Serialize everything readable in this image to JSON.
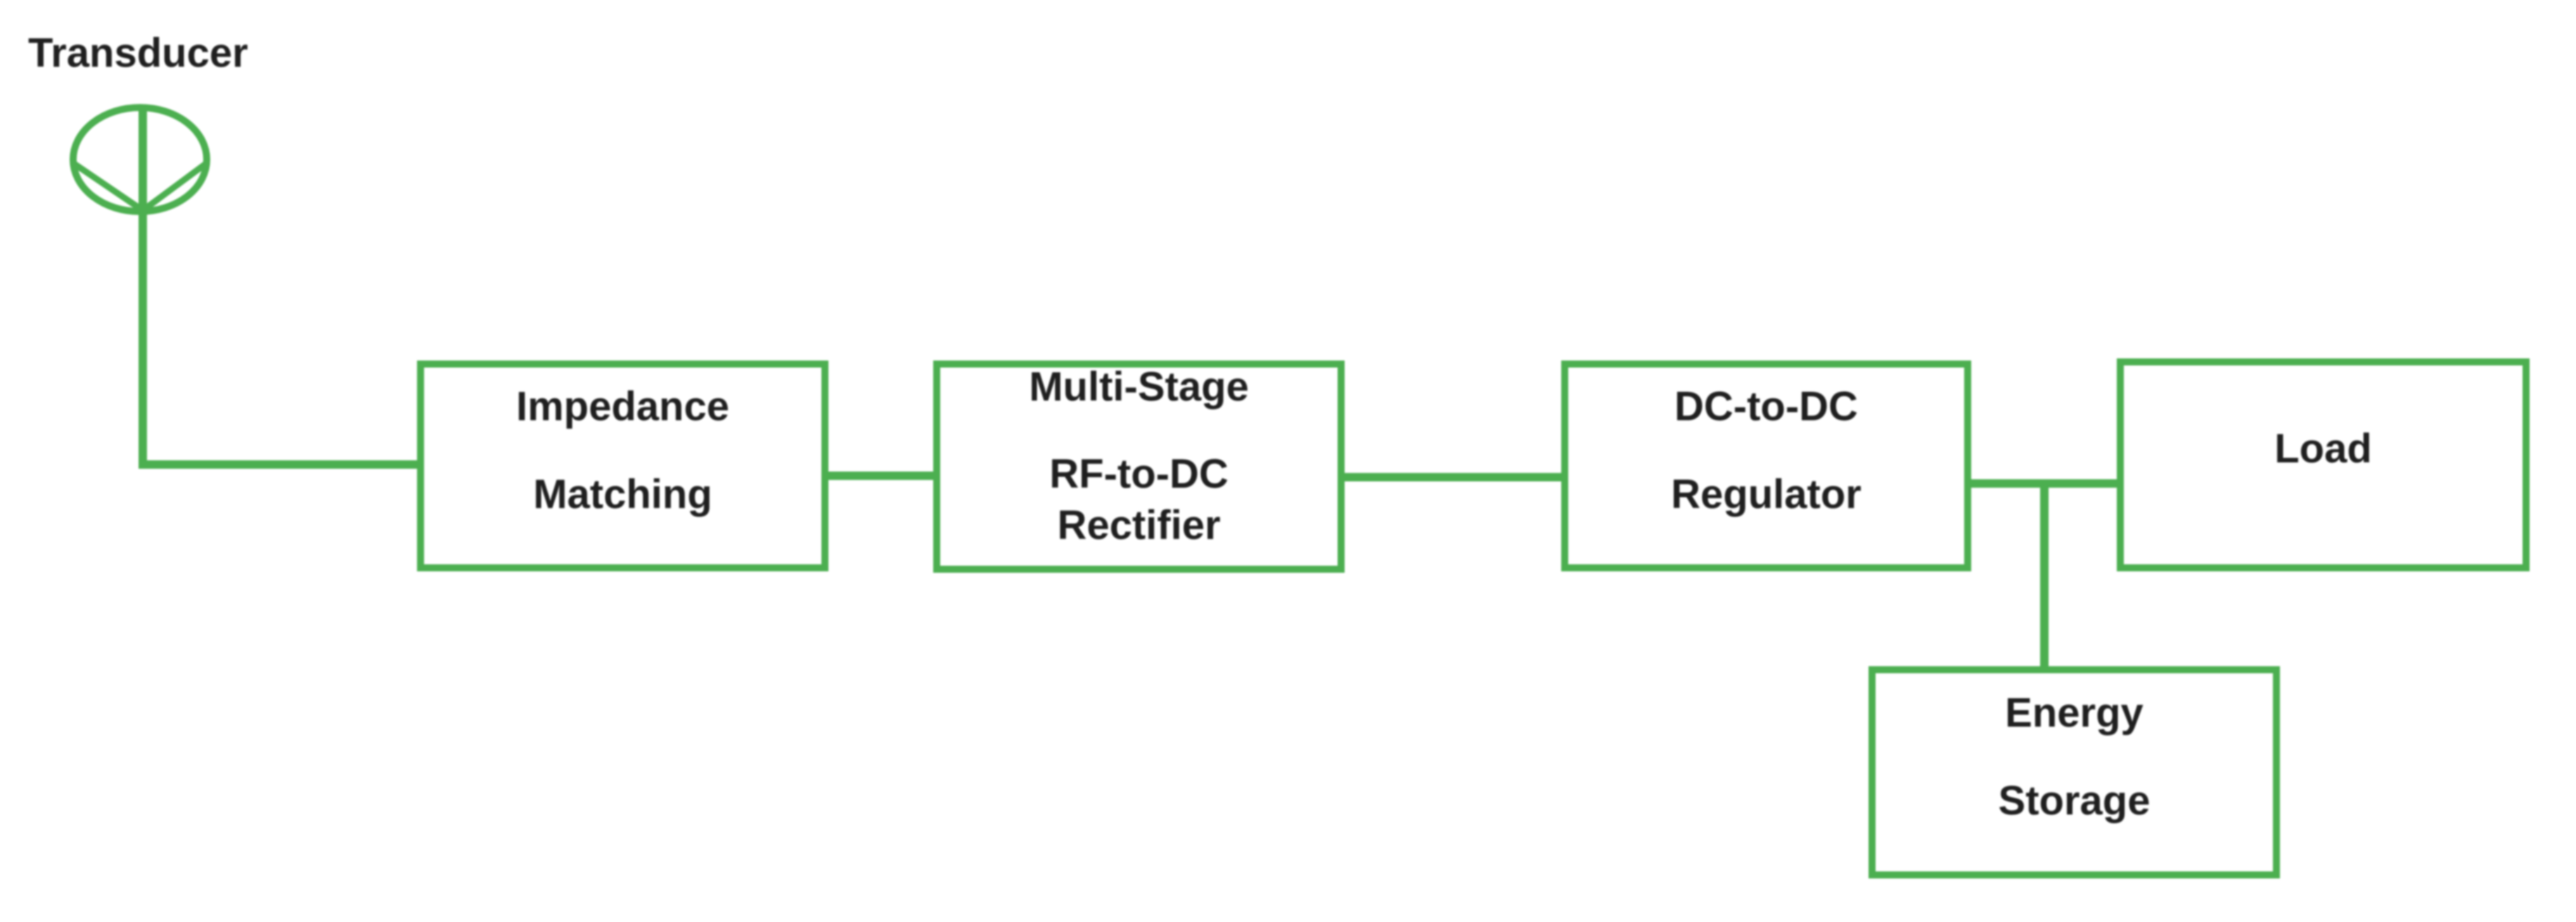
{
  "diagram": {
    "type": "block-diagram",
    "colors": {
      "accent": "#4CAF50",
      "text": "#1f1f1f",
      "background": "#ffffff"
    },
    "transducer": {
      "label": "Transducer",
      "symbol": "antenna-icon"
    },
    "boxes": [
      {
        "id": "impedance-matching",
        "lines": [
          "Impedance",
          "Matching"
        ]
      },
      {
        "id": "rf-dc-rectifier",
        "lines": [
          "Multi-Stage",
          "RF-to-DC",
          "Rectifier"
        ]
      },
      {
        "id": "dc-dc-regulator",
        "lines": [
          "DC-to-DC",
          "Regulator"
        ]
      },
      {
        "id": "load",
        "lines": [
          "Load"
        ]
      },
      {
        "id": "energy-storage",
        "lines": [
          "Energy",
          "Storage"
        ]
      }
    ],
    "connections": [
      {
        "from": "transducer",
        "to": "impedance-matching"
      },
      {
        "from": "impedance-matching",
        "to": "rf-dc-rectifier"
      },
      {
        "from": "rf-dc-rectifier",
        "to": "dc-dc-regulator"
      },
      {
        "from": "dc-dc-regulator",
        "to": "load"
      },
      {
        "from": "dc-dc-regulator",
        "to": "energy-storage"
      }
    ]
  }
}
